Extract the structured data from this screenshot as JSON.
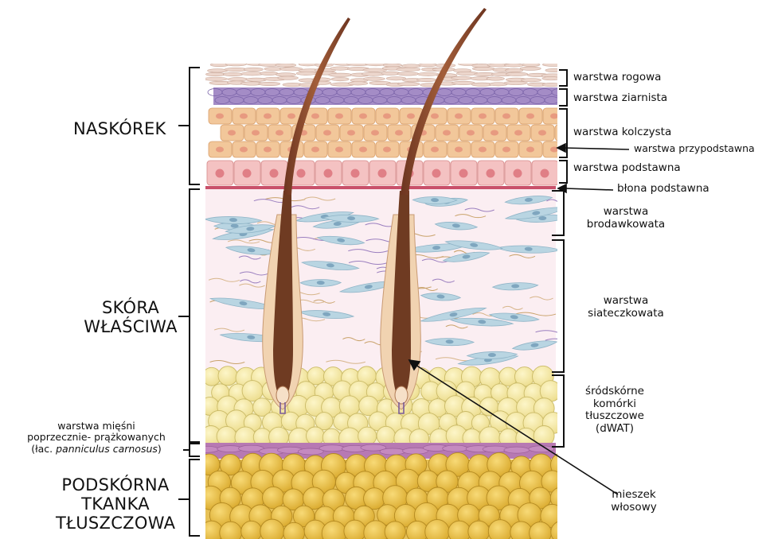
{
  "sections": {
    "epidermis": "NASKÓREK",
    "dermis_line1": "SKÓRA",
    "dermis_line2": "WŁAŚCIWA",
    "hypodermis_line1": "PODSKÓRNA",
    "hypodermis_line2": "TKANKA",
    "hypodermis_line3": "TŁUSZCZOWA"
  },
  "layers": {
    "corneum": "warstwa rogowa",
    "granulosum": "warstwa ziarnista",
    "spinosum": "warstwa kolczysta",
    "suprabasal": "warstwa przypodstawna",
    "basale": "warstwa podstawna",
    "basement_membrane": "błona podstawna",
    "papillary_line1": "warstwa",
    "papillary_line2": "brodawkowata",
    "reticular_line1": "warstwa",
    "reticular_line2": "siateczkowata",
    "dwat_line1": "śródskórne",
    "dwat_line2": "komórki",
    "dwat_line3": "tłuszczowe",
    "dwat_line4": "(dWAT)",
    "follicle_line1": "mieszek",
    "follicle_line2": "włosowy"
  },
  "muscle": {
    "line1": "warstwa mięśni",
    "line2": "poprzecznie- prążkowanych",
    "line3_prefix": "(łac. ",
    "line3_latin": "panniculus carnosus",
    "line3_suffix": ")"
  },
  "colors": {
    "corneum": "#ecd6cc",
    "granulosum": "#a48cc6",
    "spinosum": "#f2c79a",
    "basale": "#f4c2c2",
    "dermis": "#fbeef2",
    "fibroblast": "#b9d5e2",
    "dwat": "#f3e7a6",
    "muscle": "#c58ac0",
    "subcutaneous_fat": "#eac45a",
    "hair": "#8a4a2c"
  }
}
